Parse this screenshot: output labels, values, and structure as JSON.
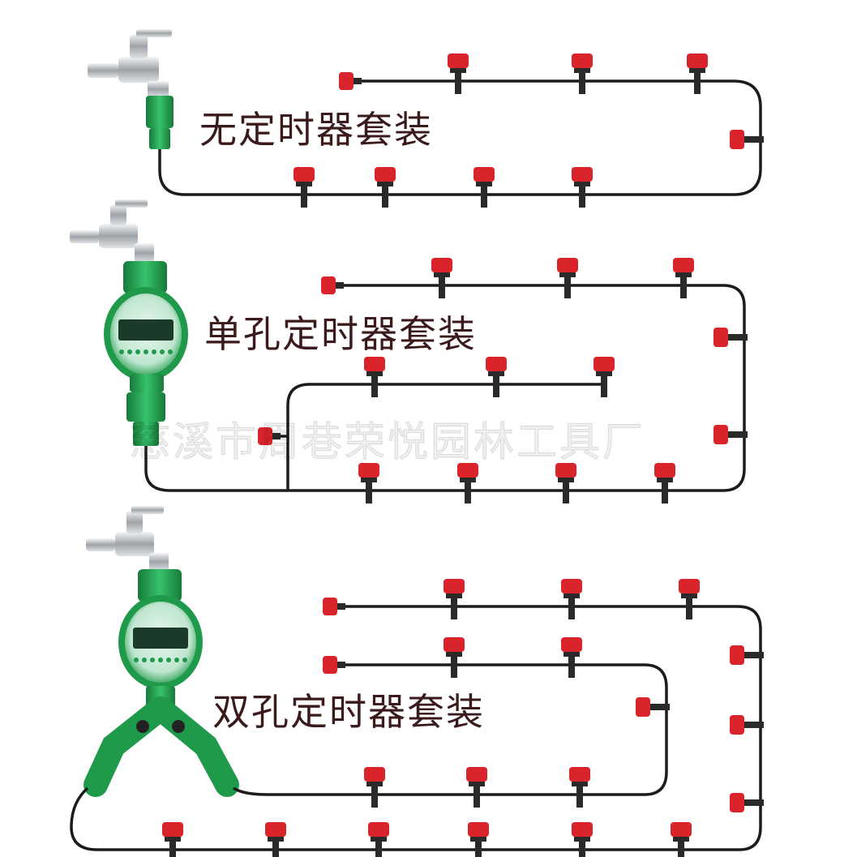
{
  "kits": [
    {
      "label": "无定时器套装"
    },
    {
      "label": "单孔定时器套装"
    },
    {
      "label": "双孔定时器套装"
    }
  ],
  "watermark": "慈溪市周巷荣悦园林工具厂",
  "colors": {
    "tube": "#1c1c1c",
    "nozzle_red": "#d8242a",
    "nozzle_dark": "#2a2a2a",
    "timer_green": "#1f9a4a",
    "timer_light": "#33c36a",
    "faucet": "#b9bdc2"
  }
}
